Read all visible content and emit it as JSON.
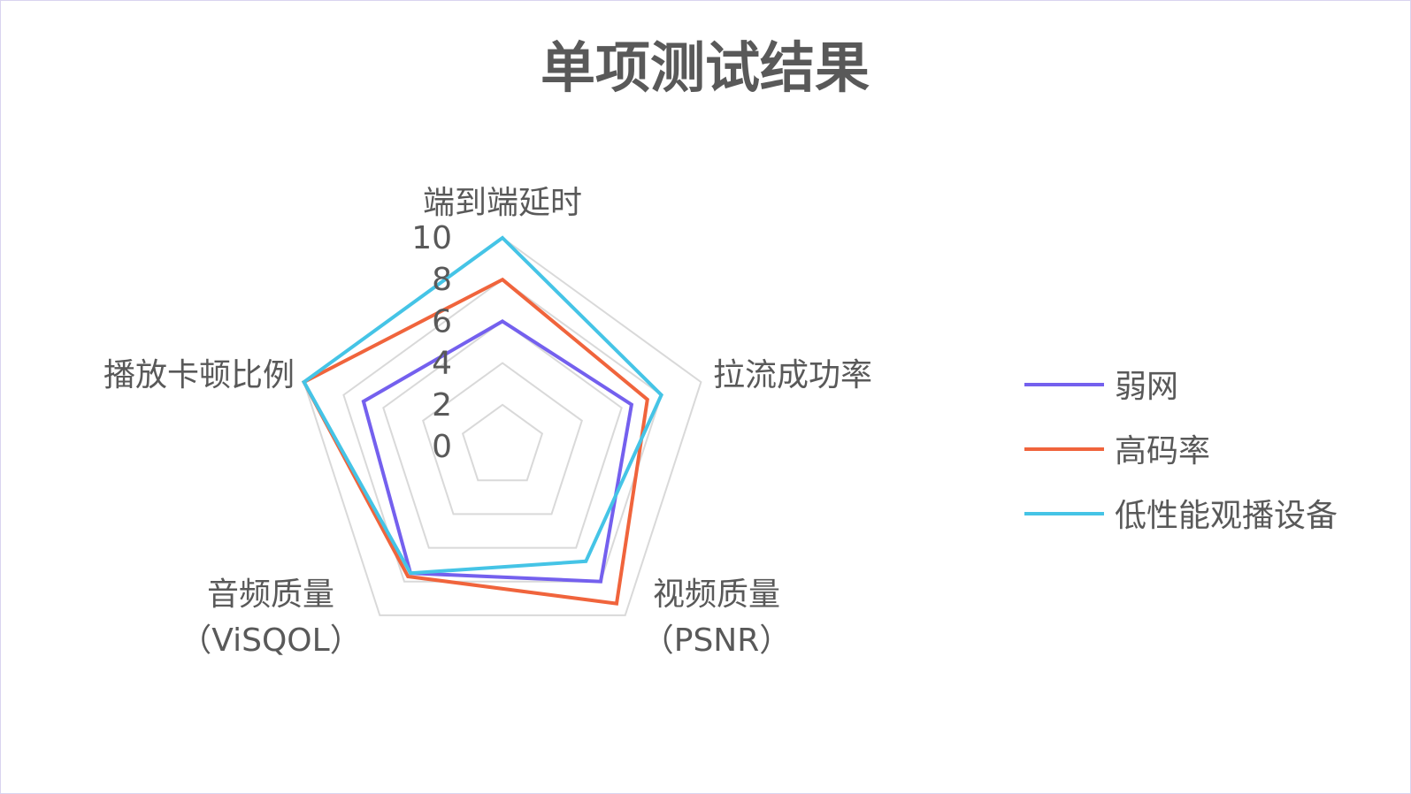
{
  "chart_data": {
    "type": "radar",
    "title": "单项测试结果",
    "axes": [
      {
        "label_lines": [
          "端到端延时"
        ]
      },
      {
        "label_lines": [
          "拉流成功率"
        ]
      },
      {
        "label_lines": [
          "视频质量",
          "（PSNR）"
        ]
      },
      {
        "label_lines": [
          "音频质量",
          "（ViSQOL）"
        ]
      },
      {
        "label_lines": [
          "播放卡顿比例"
        ]
      }
    ],
    "range": [
      0,
      10
    ],
    "ticks": [
      "0",
      "2",
      "4",
      "6",
      "8",
      "10"
    ],
    "grid": true,
    "legend_position": "right",
    "series": [
      {
        "name": "弱网",
        "color": "#7460ee",
        "values": [
          6.0,
          6.5,
          8.0,
          7.5,
          7.0
        ]
      },
      {
        "name": "高码率",
        "color": "#f0643c",
        "values": [
          8.0,
          7.3,
          9.3,
          7.7,
          10.0
        ]
      },
      {
        "name": "低性能观播设备",
        "color": "#45c4e6",
        "values": [
          10.0,
          8.0,
          6.8,
          7.5,
          10.0
        ]
      }
    ]
  }
}
